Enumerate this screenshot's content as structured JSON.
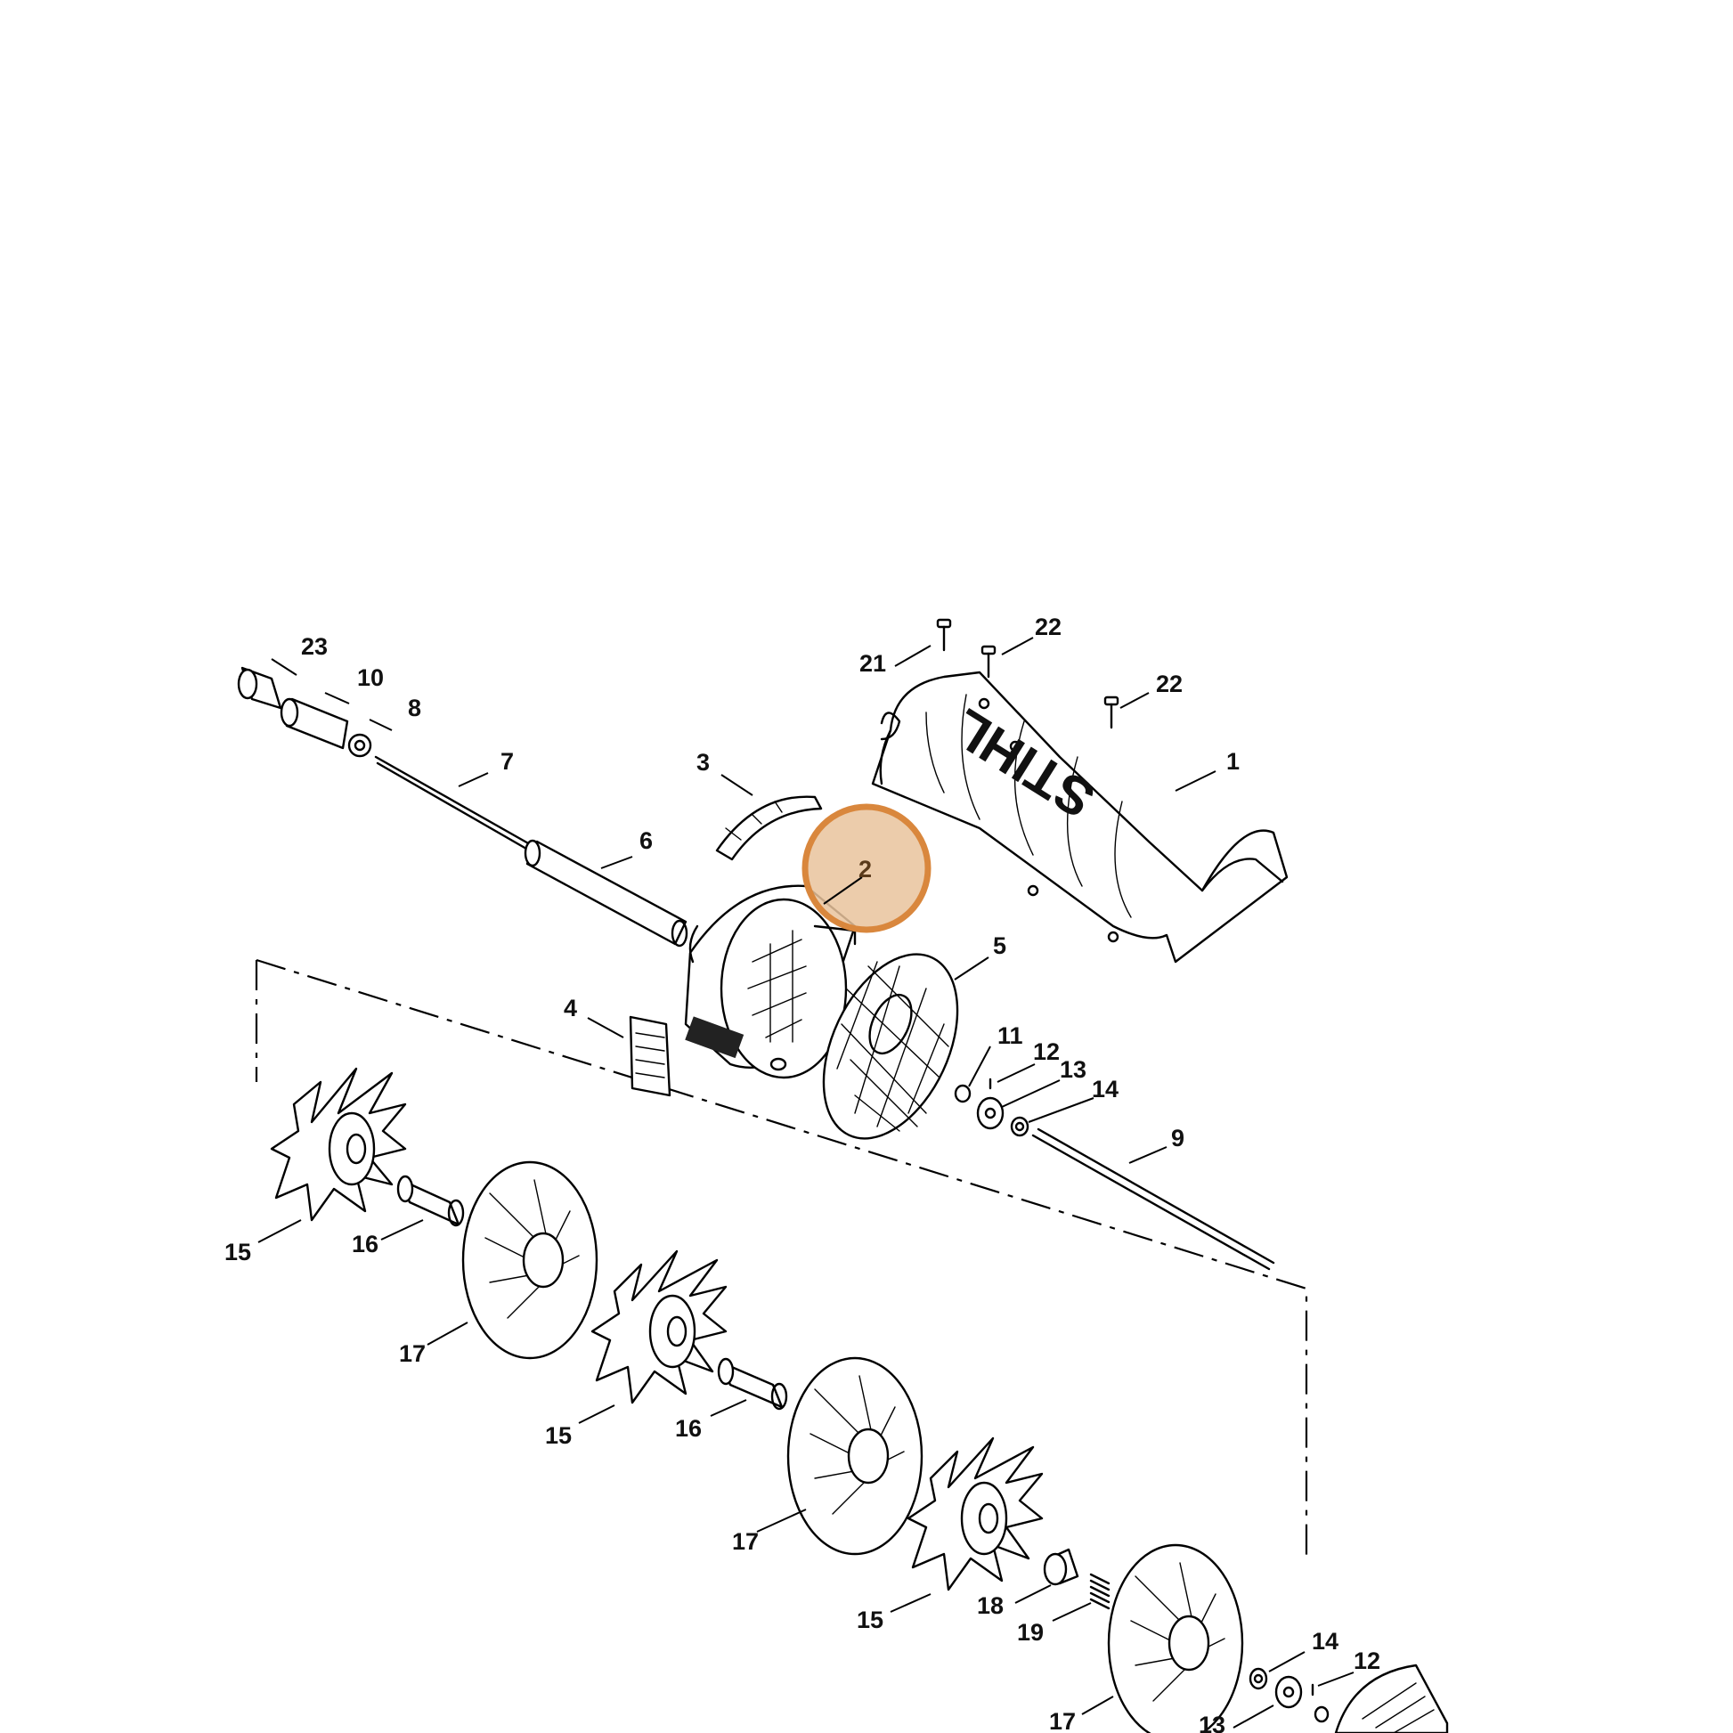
{
  "diagram": {
    "brand_text": "STIHL",
    "highlight": {
      "label": "2",
      "fill": "#e9c39c",
      "stroke": "#d9873d"
    },
    "callouts": [
      "23",
      "10",
      "8",
      "7",
      "6",
      "3",
      "21",
      "22",
      "22",
      "1",
      "5",
      "4",
      "11",
      "12",
      "13",
      "14",
      "9",
      "15",
      "16",
      "17",
      "15",
      "16",
      "17",
      "15",
      "18",
      "19",
      "14",
      "12",
      "17",
      "13"
    ]
  }
}
